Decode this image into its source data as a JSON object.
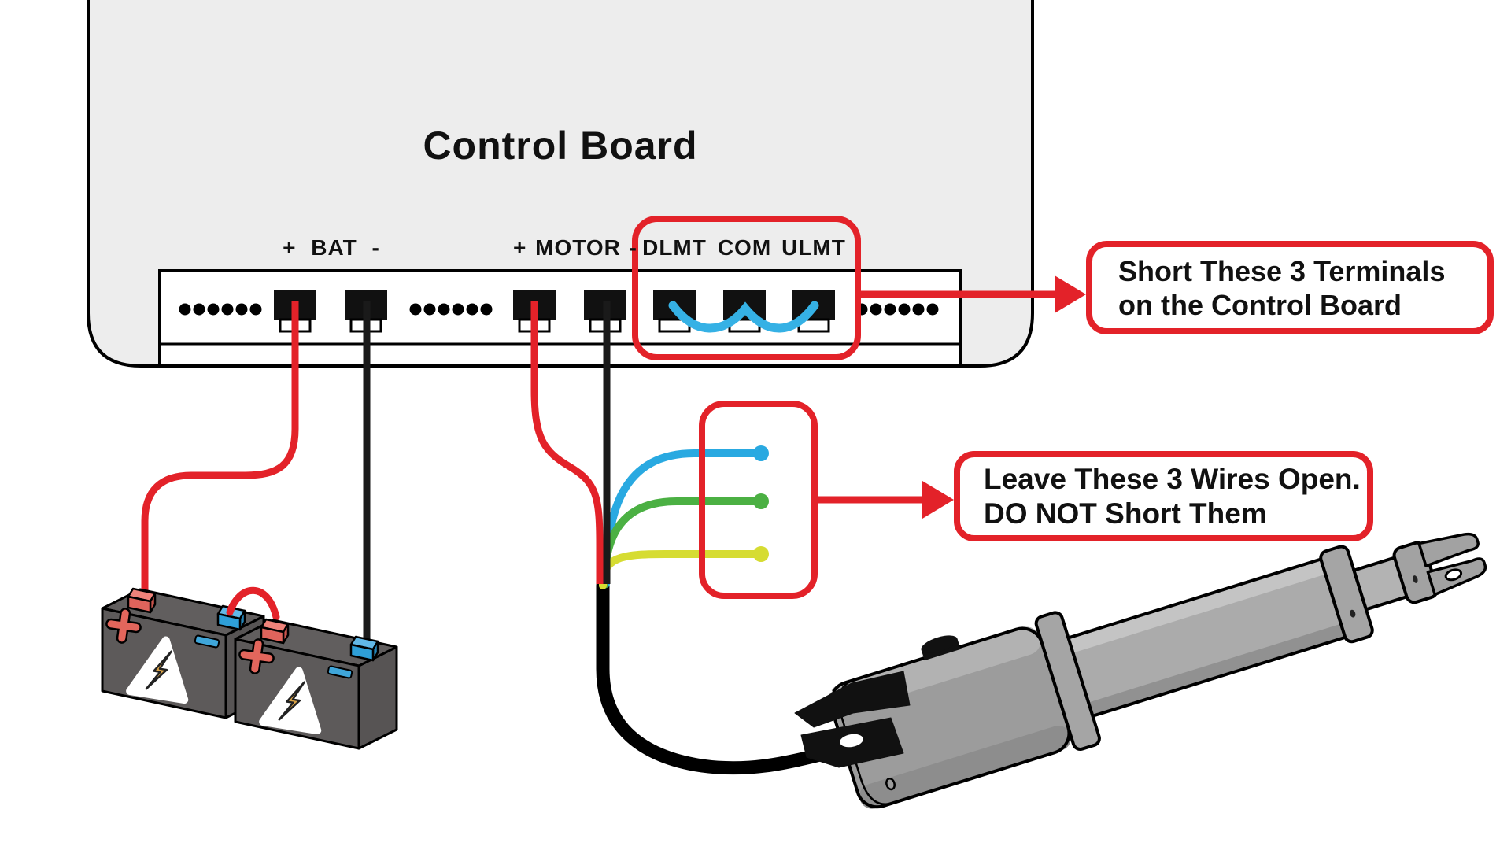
{
  "board": {
    "title": "Control Board"
  },
  "terminals": {
    "bat_label": "+ BAT -",
    "motor_label": "+ MOTOR -",
    "limit_labels": [
      "DLMT",
      "COM",
      "ULMT"
    ]
  },
  "callouts": {
    "short_terminals": {
      "line1": "Short These 3 Terminals",
      "line2": "on the Control Board"
    },
    "open_wires": {
      "line1": "Leave These 3 Wires Open.",
      "line2": "DO NOT Short Them"
    }
  },
  "colors": {
    "accent_red": "#e32229",
    "wire_blue": "#29a9e1",
    "wire_green": "#4bb043",
    "wire_yellow": "#d6dc32",
    "wire_black": "#111111",
    "board_fill": "#ededed",
    "battery_gray": "#5d5a5a",
    "actuator_gray": "#a5a5a5"
  }
}
